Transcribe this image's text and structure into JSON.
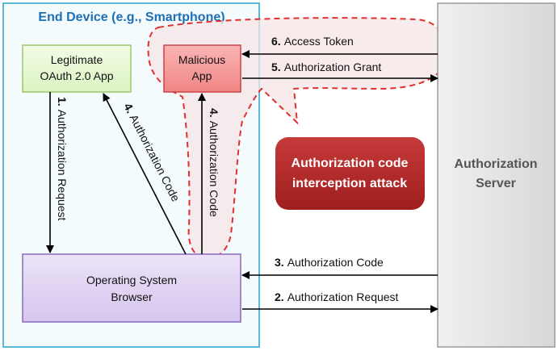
{
  "device": {
    "title": "End Device (e.g., Smartphone)"
  },
  "boxes": {
    "legit_app": {
      "line1": "Legitimate",
      "line2": "OAuth 2.0 App"
    },
    "malicious_app": {
      "line1": "Malicious",
      "line2": "App"
    },
    "os_browser": {
      "line1": "Operating System",
      "line2": "Browser"
    },
    "auth_server": {
      "line1": "Authorization",
      "line2": "Server"
    }
  },
  "callout": {
    "line1": "Authorization code",
    "line2": "interception attack"
  },
  "arrows": {
    "a6": {
      "num": "6.",
      "text": "Access Token"
    },
    "a5": {
      "num": "5.",
      "text": "Authorization Grant"
    },
    "a1": {
      "num": "1.",
      "text": "Authorization Request"
    },
    "a4_legit": {
      "num": "4.",
      "text": "Authorization Code"
    },
    "a4_malicious": {
      "num": "4.",
      "text": "Authorization Code"
    },
    "a3": {
      "num": "3.",
      "text": "Authorization Code"
    },
    "a2": {
      "num": "2.",
      "text": "Authorization Request"
    }
  },
  "colors": {
    "device_border": "#5bb8d8",
    "device_title": "#1f6fb5",
    "legit_fill": "#e6f8cf",
    "legit_border": "#9cc86a",
    "malicious_fill": "#f79a9a",
    "malicious_border": "#cc4444",
    "browser_fill": "#e0d2f2",
    "browser_border": "#8a6ab8",
    "server_fill": "#e6e6e6",
    "server_text": "#555555",
    "callout_fill": "#b72a2a",
    "attack_outline": "#e03030"
  }
}
